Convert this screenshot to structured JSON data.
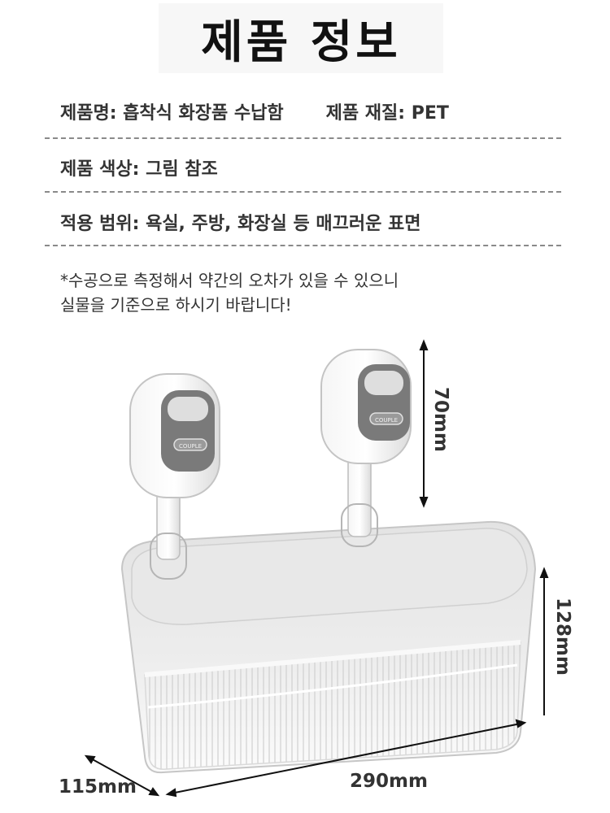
{
  "header": {
    "title": "제품 정보"
  },
  "specs": {
    "product_name": "제품명: 흡착식 화장품 수납함",
    "material": "제품 재질: PET",
    "color": "제품 색상: 그림 참조",
    "usage": "적용 범위: 욕실, 주방, 화장실 등 매끄러운 표면"
  },
  "note": {
    "line1": "*수공으로 측정해서 약간의 오차가 있을 수 있으니",
    "line2": "실물을 기준으로 하시기 바랍니다!"
  },
  "dimensions": {
    "hook_height": "70mm",
    "box_height": "128mm",
    "depth": "115mm",
    "width": "290mm"
  },
  "product": {
    "hook_badge_text": "COUPLE",
    "colors": {
      "hook_plate": "#7a7a7a",
      "clear_plastic": "#e6e6e6",
      "outline": "#bdbdbd"
    }
  }
}
